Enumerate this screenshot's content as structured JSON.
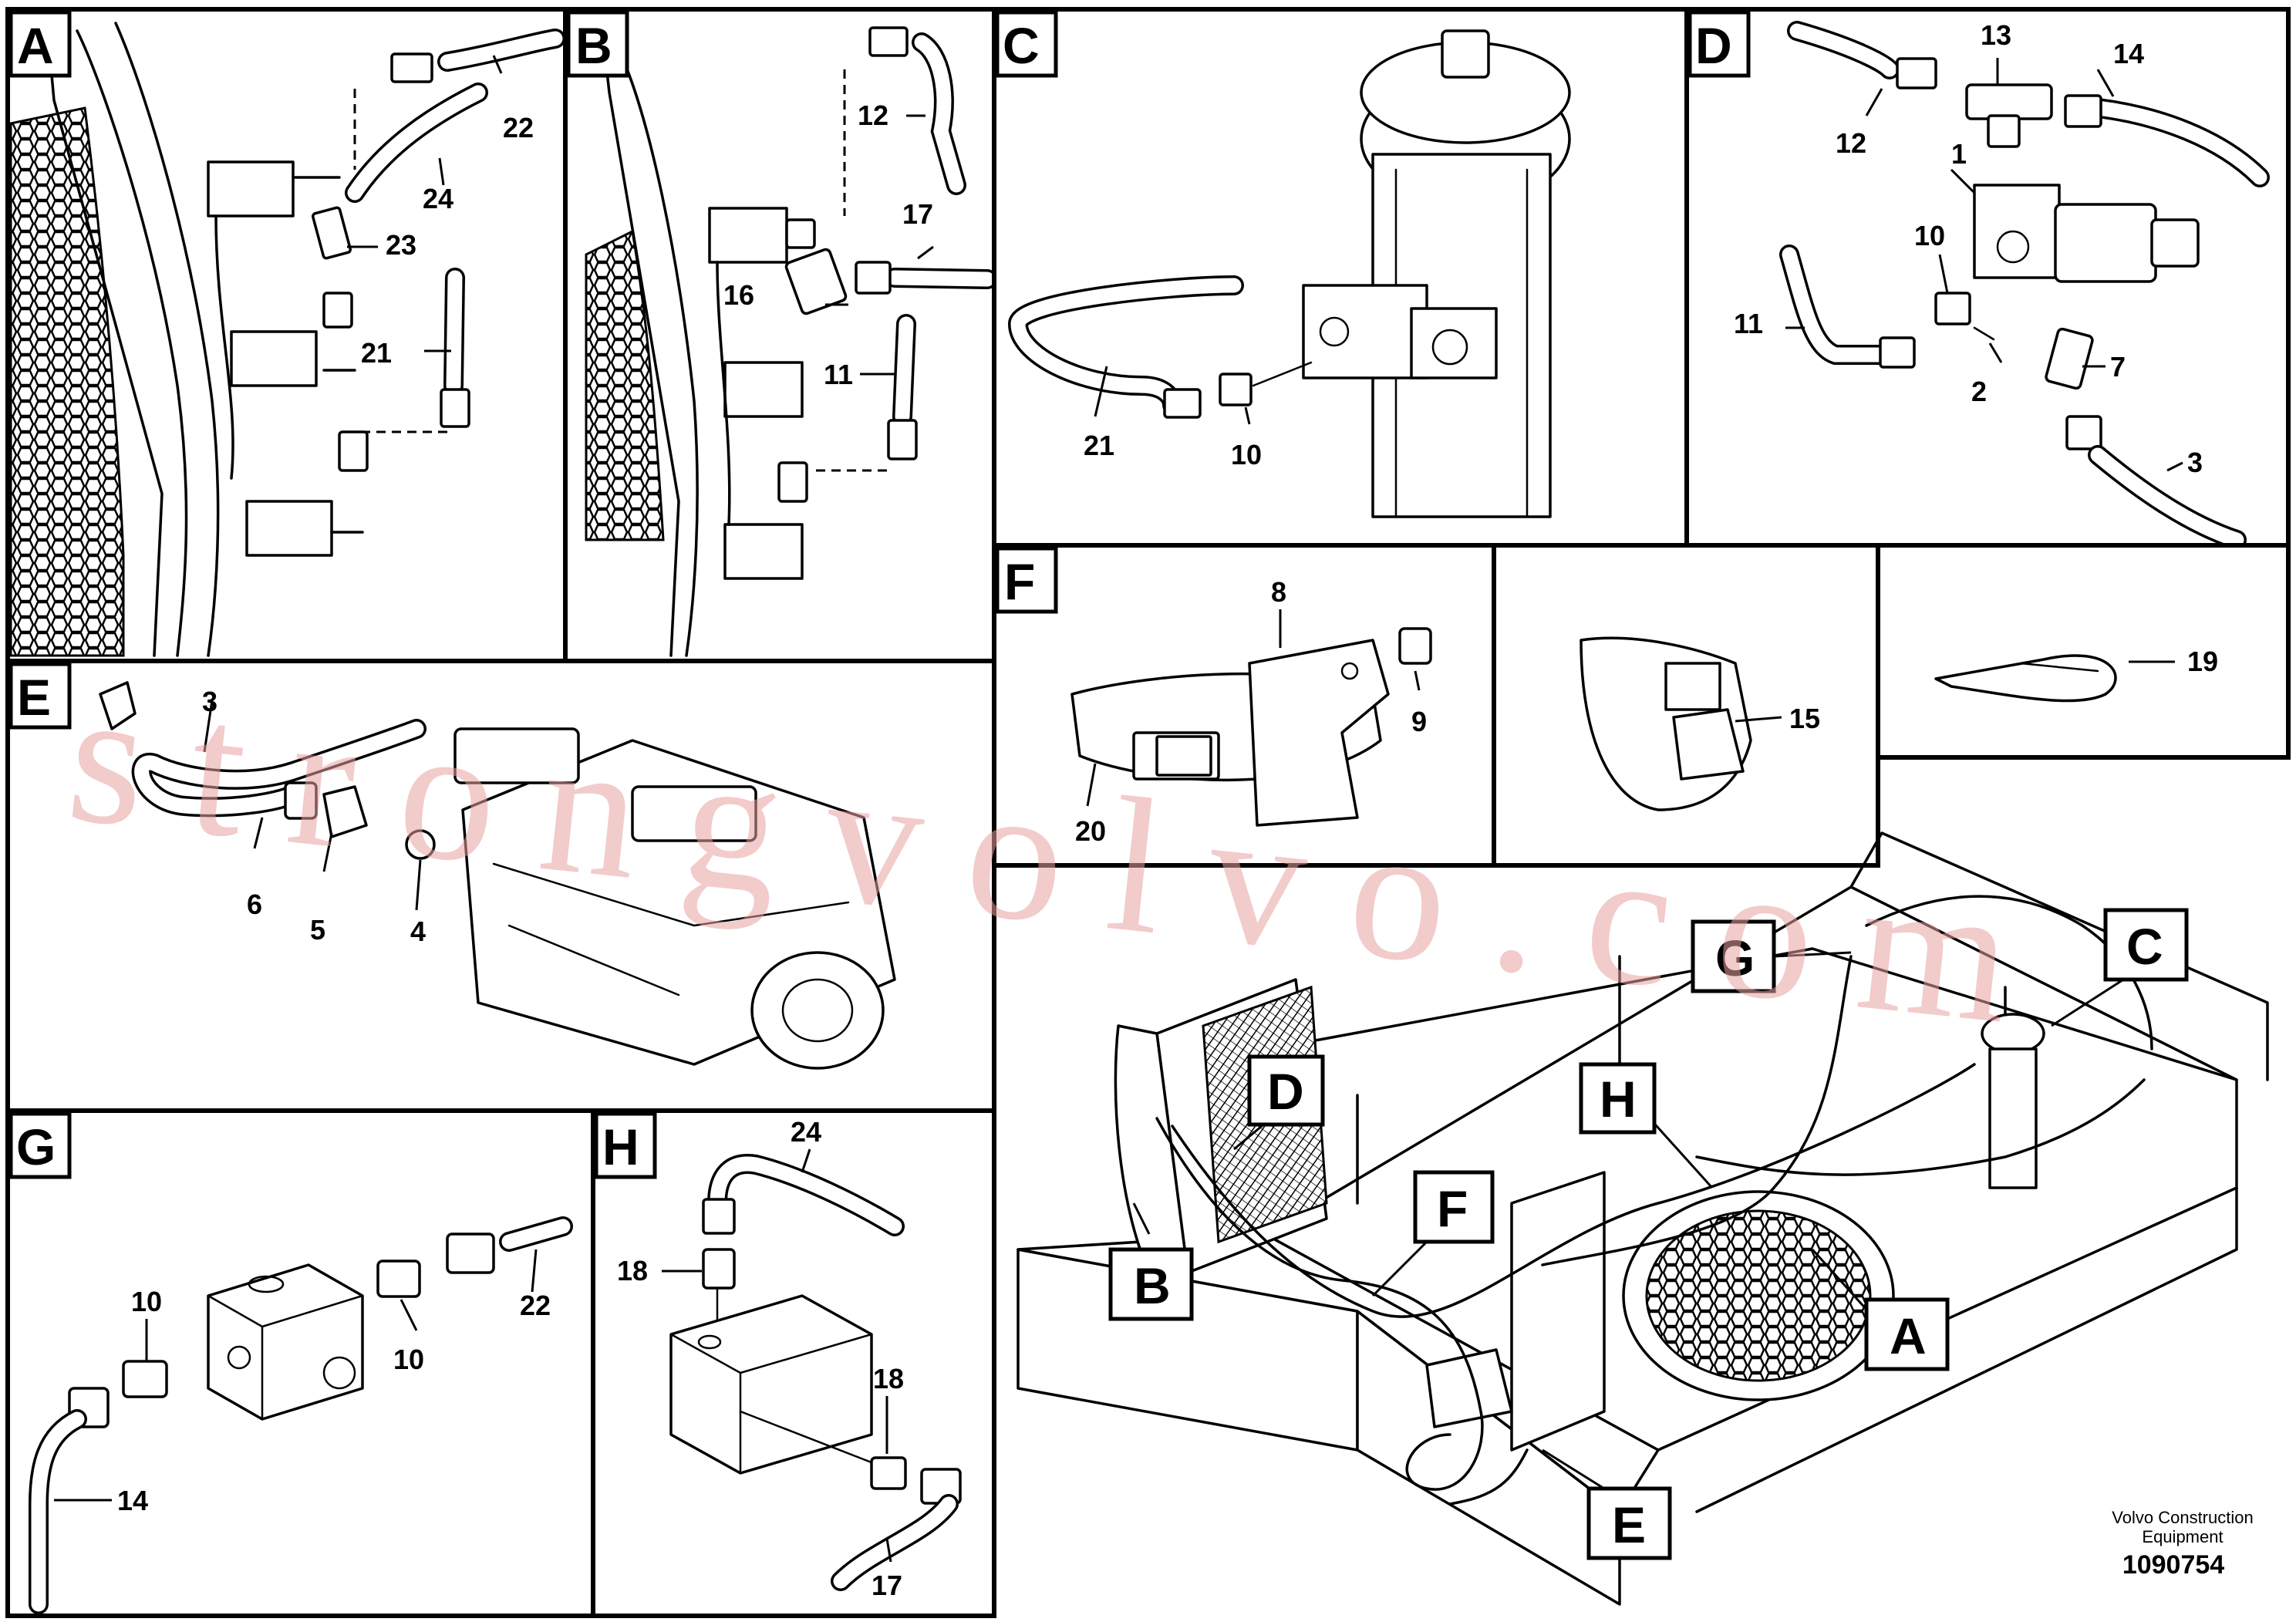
{
  "panels": {
    "A": {
      "tag": "A",
      "numbers": [
        "22",
        "24",
        "23",
        "21"
      ]
    },
    "B": {
      "tag": "B",
      "numbers": [
        "12",
        "17",
        "16",
        "11"
      ]
    },
    "C": {
      "tag": "C",
      "numbers": [
        "21",
        "10"
      ]
    },
    "D": {
      "tag": "D",
      "numbers": [
        "13",
        "14",
        "12",
        "1",
        "10",
        "11",
        "2",
        "7",
        "3"
      ]
    },
    "E": {
      "tag": "E",
      "numbers": [
        "3",
        "6",
        "5",
        "4"
      ]
    },
    "F": {
      "tag": "F",
      "numbers": [
        "8",
        "9",
        "20"
      ]
    },
    "K": {
      "numbers": [
        "15"
      ]
    },
    "L": {
      "numbers": [
        "19"
      ]
    },
    "G": {
      "tag": "G",
      "numbers": [
        "10",
        "10",
        "22",
        "14"
      ]
    },
    "H": {
      "tag": "H",
      "numbers": [
        "24",
        "18",
        "18",
        "17"
      ]
    }
  },
  "callouts": [
    "G",
    "C",
    "D",
    "H",
    "F",
    "B",
    "A",
    "E"
  ],
  "watermark": "strongvolvo.com",
  "footer": {
    "manufacturer_line1": "Volvo Construction",
    "manufacturer_line2": "Equipment",
    "doc_number": "1090754"
  }
}
